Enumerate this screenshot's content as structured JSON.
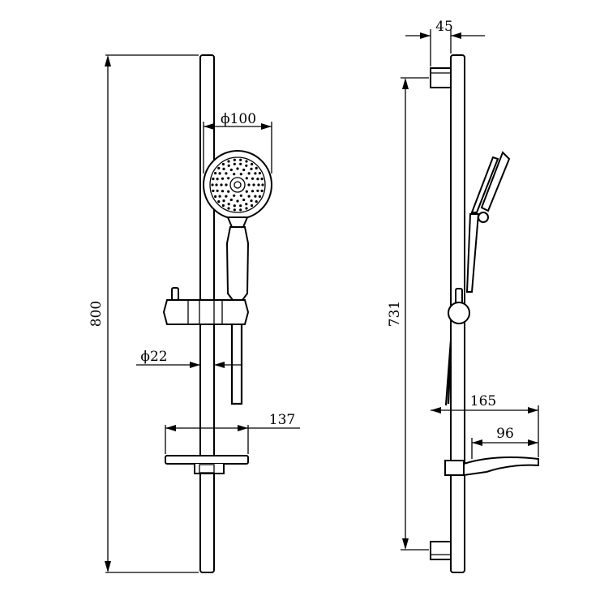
{
  "dimensions": {
    "front": {
      "total_height": "800",
      "head_diameter": "ϕ100",
      "rail_diameter": "ϕ22",
      "soap_dish_width": "137"
    },
    "side": {
      "bracket_depth": "45",
      "bracket_spacing": "731",
      "overall_depth": "165",
      "soap_dish_depth": "96"
    }
  }
}
